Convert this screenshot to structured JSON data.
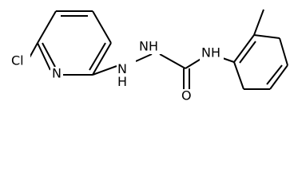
{
  "atoms": {
    "cl": "Cl",
    "n_pyridine": "N",
    "nh_hydrazine_1": "NH",
    "nh_hydrazine_2": "NH",
    "nh_amide": "NH",
    "o": "O"
  },
  "colors": {
    "bond": "#000000",
    "label": "#000000",
    "background": "#ffffff"
  }
}
